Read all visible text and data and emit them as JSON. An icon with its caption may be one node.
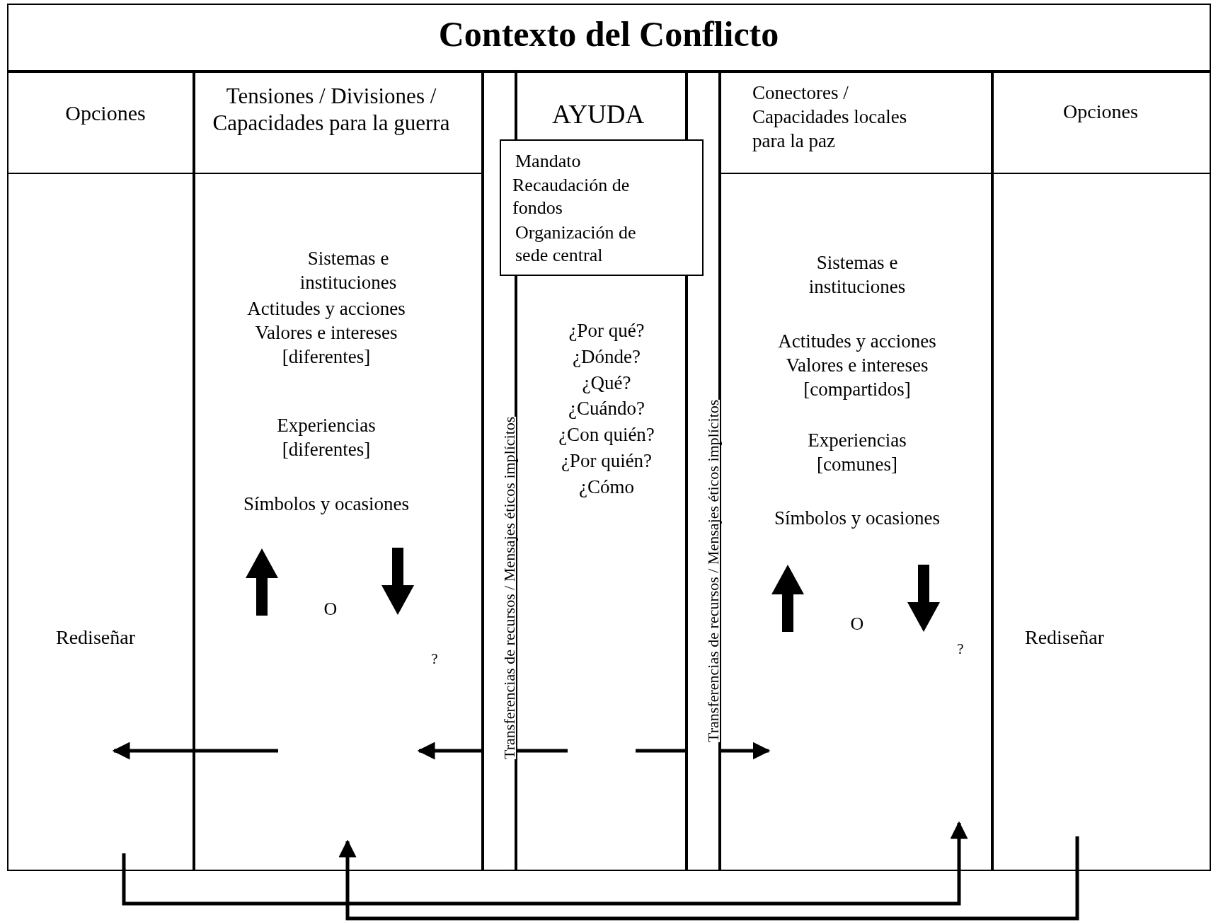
{
  "diagram": {
    "title": "Contexto del Conflicto",
    "nodes": [
      {
        "text": [
          "Opciones",
          "Rediseñar"
        ]
      },
      {
        "text": [
          "Tensiones / Divisiones / Capacidades para la guerra",
          "Sistemas e instituciones",
          "Actitudes y acciones Valores e intereses [diferentes]",
          "Experiencias [diferentes]",
          "Símbolos y ocasiones",
          "O",
          "?"
        ]
      },
      {
        "text": [
          "Transferencias de recursos / Mensajes éticos implícitos"
        ]
      },
      {
        "text": [
          "AYUDA",
          "¿Por qué?",
          "¿Dónde?",
          "¿Qué?",
          "¿Cuándo?",
          "¿Con quién?",
          "¿Por quién?",
          "¿Cómo"
        ]
      },
      {
        "text": [
          "Mandato",
          "Recaudación de fondos",
          "Organización de sede central"
        ]
      },
      {
        "text": [
          "Transferencias de recursos / Mensajes éticos implícitos"
        ]
      },
      {
        "text": [
          "Conectores / Capacidades locales para la paz",
          "Sistemas e instituciones",
          "Actitudes y acciones Valores e intereses [compartidos]",
          "Experiencias [comunes]",
          "Símbolos y ocasiones",
          "O",
          "?"
        ]
      },
      {
        "text": [
          "Opciones",
          "Rediseñar"
        ]
      }
    ],
    "edges": [
      {
        "from": 3,
        "to": 2,
        "arrow": "none"
      },
      {
        "from": 2,
        "to": 1,
        "arrow": "to"
      },
      {
        "from": 1,
        "to": 0,
        "arrow": "to"
      },
      {
        "from": 3,
        "to": 5,
        "arrow": "none"
      },
      {
        "from": 5,
        "to": 6,
        "arrow": "to"
      },
      {
        "from": 0,
        "to": 6,
        "arrow": "to"
      },
      {
        "from": 7,
        "to": 1,
        "arrow": "to"
      }
    ]
  }
}
